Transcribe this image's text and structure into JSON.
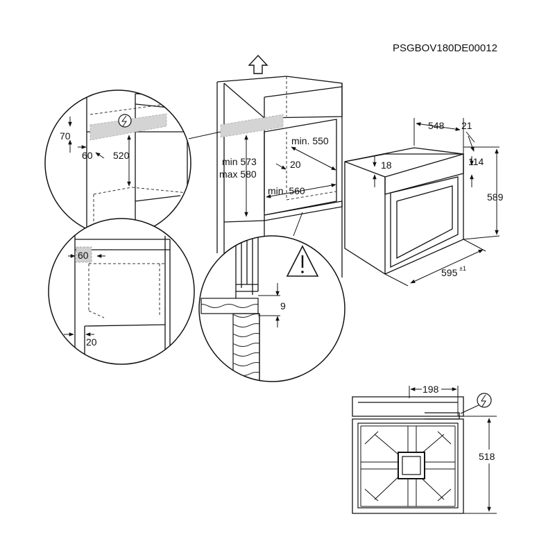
{
  "diagram": {
    "document_code": "PSGBOV180DE00012",
    "cabinet_labels": {
      "min_height": "min 573",
      "max_height": "max 580",
      "min_depth": "min. 550",
      "gap": "20",
      "min_width": "min. 560"
    },
    "oven_labels": {
      "depth": "548",
      "front": "21",
      "top": "18",
      "panel": "114",
      "height": "589",
      "width": "595",
      "width_tolerance": "±1"
    },
    "detail_top_labels": {
      "a": "70",
      "b": "60",
      "c": "520"
    },
    "detail_mid_labels": {
      "a": "60",
      "b": "20"
    },
    "detail_wall_labels": {
      "gap": "9"
    },
    "plan_labels": {
      "offset": "198",
      "depth": "518"
    },
    "icons": [
      "power-plug-icon",
      "warning-icon",
      "lift-arrow-icon"
    ]
  }
}
